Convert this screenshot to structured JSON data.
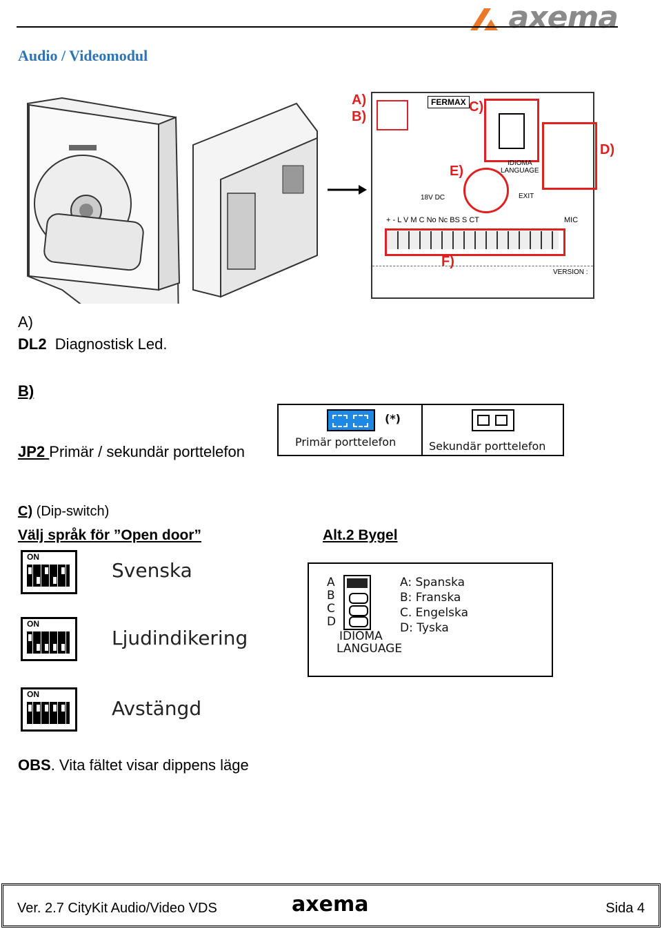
{
  "brand": {
    "logo_text": "axema"
  },
  "heading": "Audio / Videomodul",
  "board_labels": {
    "brand": "FERMAX",
    "a": "A)",
    "b": "B)",
    "c": "C)",
    "d": "D)",
    "e": "E)",
    "f": "F)",
    "idioma": "IDIOMA",
    "language": "LANGUAGE",
    "dc": "18V DC",
    "exit": "EXIT",
    "version": "VERSION :",
    "mic": "MIC",
    "terminals": "+ - L V M C No Nc BS S CT"
  },
  "section_a": {
    "letter": "A)",
    "code": "DL2",
    "text": "Diagnostisk Led."
  },
  "section_b": {
    "letter": "B)",
    "code": "JP2",
    "text": "Primär / sekundär porttelefon",
    "fig_primary": "Primär porttelefon",
    "fig_secondary": "Sekundär porttelefon",
    "fig_mark": "(*)"
  },
  "section_c": {
    "letter": "C)",
    "sub": "(Dip-switch)",
    "title": "Välj språk för ”Open door”",
    "alt": "Alt.2 Bygel",
    "dips": [
      {
        "on": "ON",
        "label": "Svenska"
      },
      {
        "on": "ON",
        "label": "Ljudindikering"
      },
      {
        "on": "ON",
        "label": "Avstängd"
      }
    ],
    "jumper": {
      "rows": [
        "A",
        "B",
        "C",
        "D"
      ],
      "idioma": "IDIOMA",
      "language": "LANGUAGE",
      "options": [
        "A: Spanska",
        "B: Franska",
        "C. Engelska",
        "D: Tyska"
      ]
    }
  },
  "note": {
    "bold": "OBS",
    "text": ". Vita fältet visar dippens läge"
  },
  "footer": {
    "left": "Ver. 2.7 CityKit Audio/Video VDS",
    "center": "axema",
    "right": "Sida 4"
  }
}
